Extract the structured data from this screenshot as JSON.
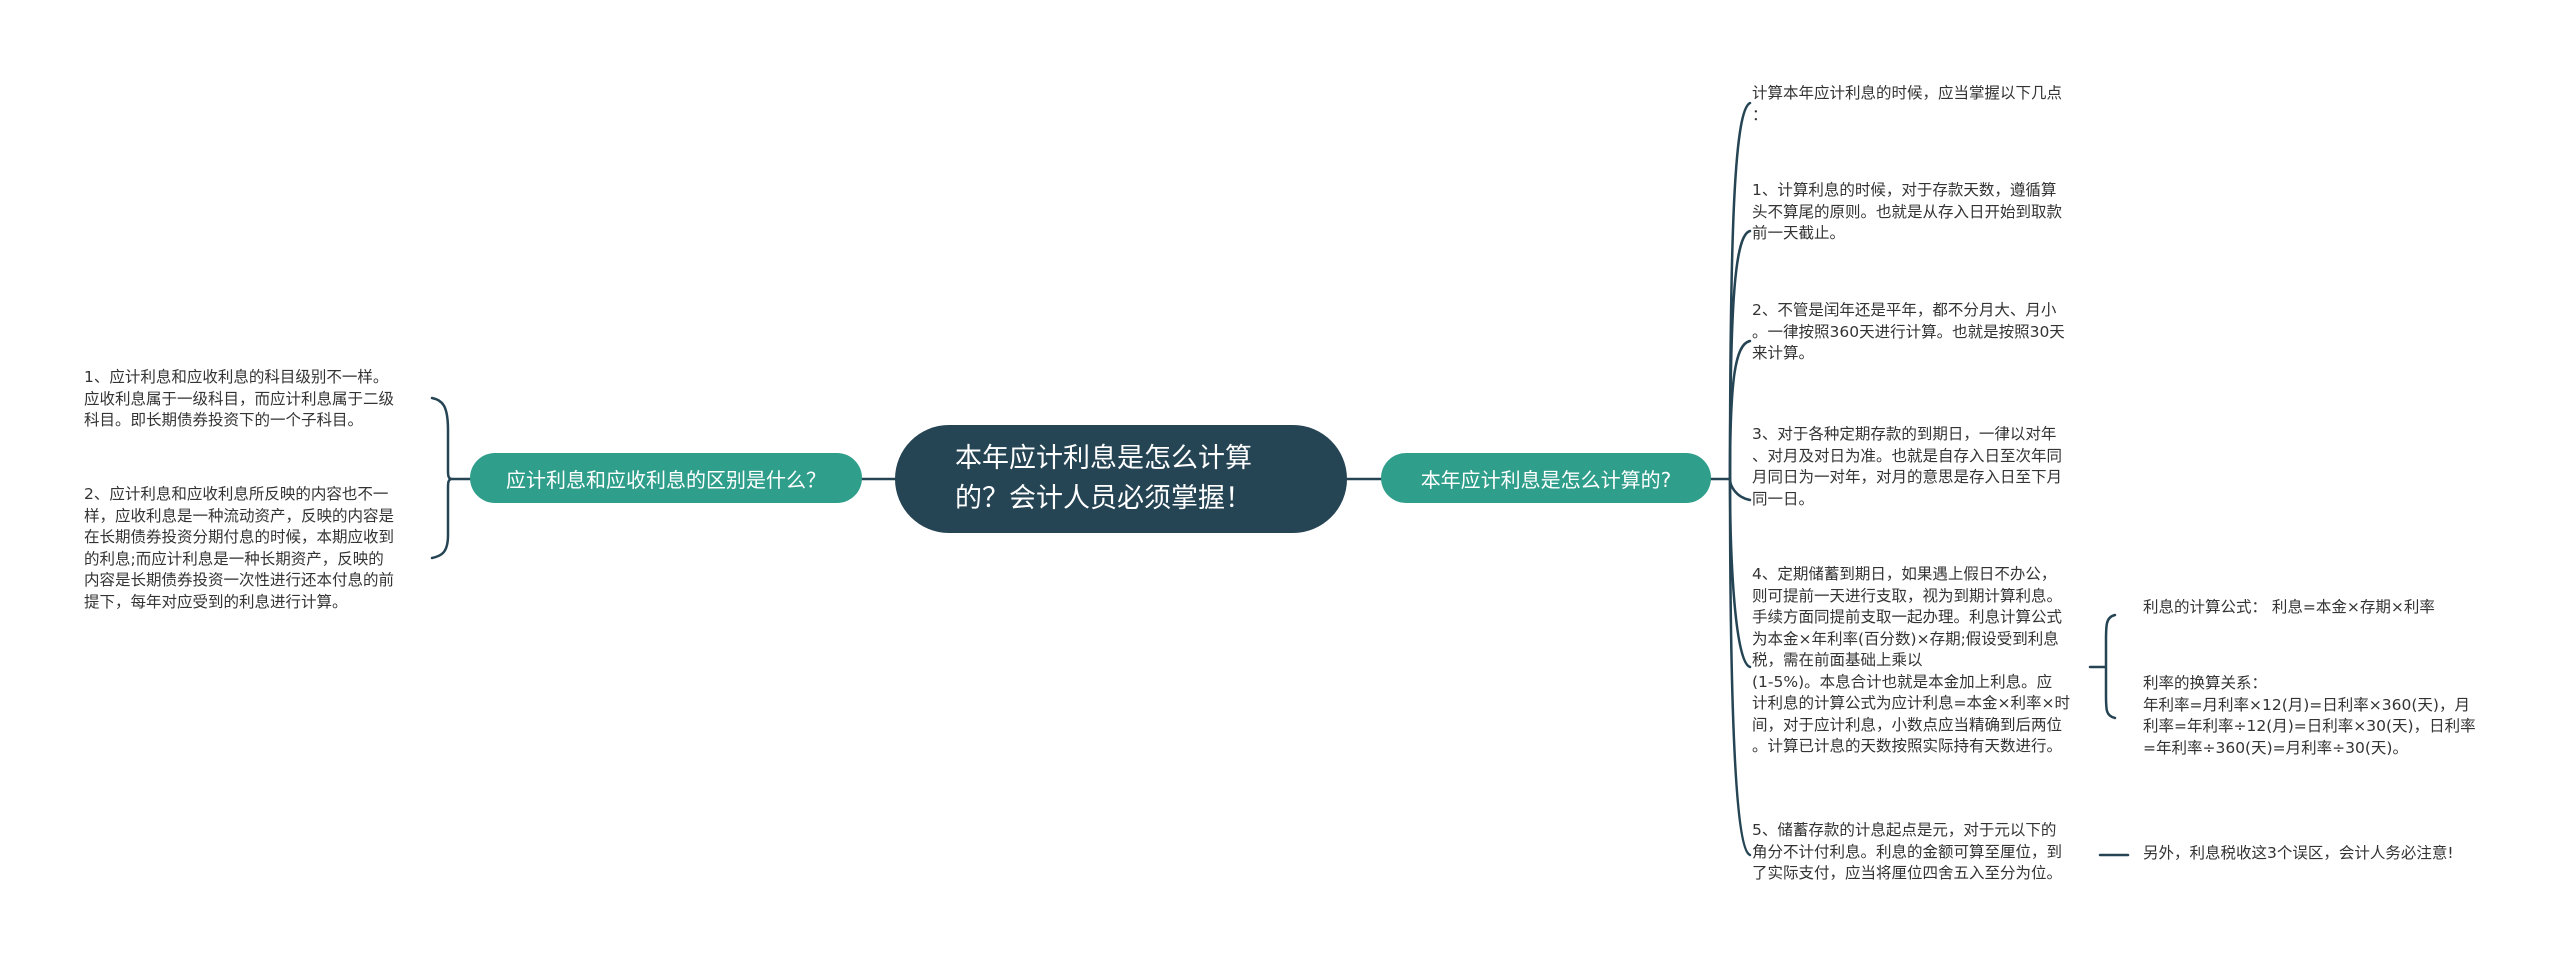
{
  "center": {
    "label": "本年应计利息是怎么计算的？会计人员必须掌握！"
  },
  "left_branch": {
    "label": "应计利息和应收利息的区别是什么？",
    "leaves": [
      "1、应计利息和应收利息的科目级别不一样。\n应收利息属于一级科目，而应计利息属于二级\n科目。即长期债券投资下的一个子科目。",
      "2、应计利息和应收利息所反映的内容也不一\n样，应收利息是一种流动资产，反映的内容是\n在长期债券投资分期付息的时候，本期应收到\n的利息;而应计利息是一种长期资产，反映的\n内容是长期债券投资一次性进行还本付息的前\n提下，每年对应受到的利息进行计算。"
    ]
  },
  "right_branch": {
    "label": "本年应计利息是怎么计算的?",
    "leaves": [
      "计算本年应计利息的时候，应当掌握以下几点\n：",
      "1、计算利息的时候，对于存款天数，遵循算\n头不算尾的原则。也就是从存入日开始到取款\n前一天截止。",
      "2、不管是闰年还是平年，都不分月大、月小\n。一律按照360天进行计算。也就是按照30天\n来计算。",
      "3、对于各种定期存款的到期日，一律以对年\n、对月及对日为准。也就是自存入日至次年同\n月同日为一对年，对月的意思是存入日至下月\n同一日。",
      "4、定期储蓄到期日，如果遇上假日不办公，\n则可提前一天进行支取，视为到期计算利息。\n手续方面同提前支取一起办理。利息计算公式\n为本金×年利率(百分数)×存期;假设受到利息\n税，需在前面基础上乘以\n(1-5%)。本息合计也就是本金加上利息。应\n计利息的计算公式为应计利息=本金×利率×时\n间，对于应计利息，小数点应当精确到后两位\n。计算已计息的天数按照实际持有天数进行。",
      "5、储蓄存款的计息起点是元，对于元以下的\n角分不计付利息。利息的金额可算至厘位，到\n了实际支付，应当将厘位四舍五入至分为位。"
    ],
    "sub_leaves_4": [
      "利息的计算公式：  利息=本金×存期×利率",
      "利率的换算关系：\n年利率=月利率×12(月)=日利率×360(天)，月\n利率=年利率÷12(月)=日利率×30(天)，日利率\n=年利率÷360(天)=月利率÷30(天)。"
    ],
    "sub_leaf_5": "另外，利息税收这3个误区，会计人务必注意!"
  },
  "colors": {
    "center": "#254454",
    "branch": "#2f9e8b",
    "edge": "#254454",
    "text": "#333333"
  }
}
